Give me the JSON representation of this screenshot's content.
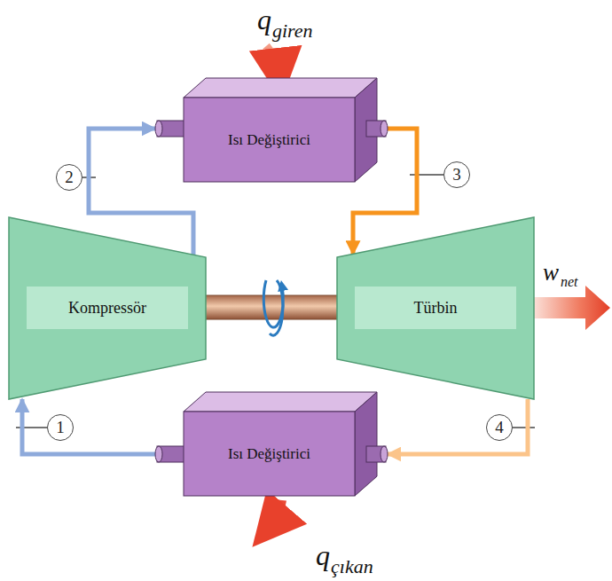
{
  "diagram": {
    "nodes": [
      {
        "text": [
          "Isı Değiştirici"
        ]
      },
      {
        "text": [
          "Kompressör"
        ]
      },
      {
        "text": [
          "Türbin"
        ]
      },
      {
        "text": [
          "Isı Değiştirici"
        ]
      }
    ],
    "edges": [
      {
        "from": 1,
        "to": 0,
        "arrow": "to",
        "label": "2"
      },
      {
        "from": 0,
        "to": 2,
        "arrow": "to",
        "label": "3"
      },
      {
        "from": 2,
        "to": 3,
        "arrow": "to",
        "label": "4"
      },
      {
        "from": 3,
        "to": 1,
        "arrow": "to",
        "label": "1"
      }
    ],
    "labels": [
      "q",
      "giren",
      "w",
      "net",
      "q",
      "çıkan"
    ]
  }
}
